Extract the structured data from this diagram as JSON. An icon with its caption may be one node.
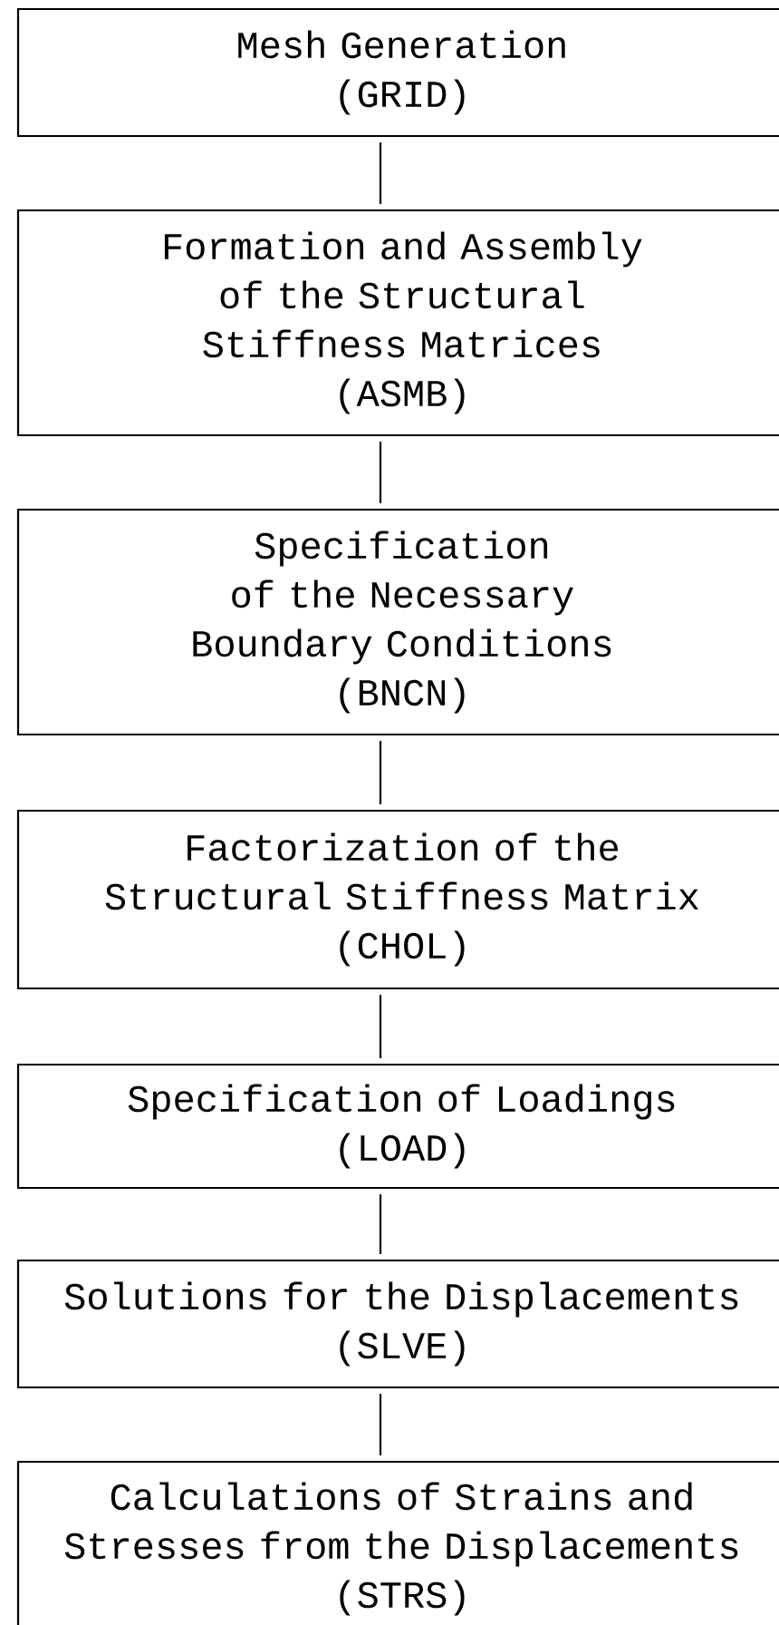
{
  "diagram": {
    "nodes": [
      {
        "text": [
          "Mesh Generation",
          "(GRID)"
        ]
      },
      {
        "text": [
          "Formation and Assembly of the Structural Stiffness Matrices",
          "(ASMB)"
        ]
      },
      {
        "text": [
          "Specification of the Necessary Boundary Conditions",
          "(BNCN)"
        ]
      },
      {
        "text": [
          "Factorization of the Structural Stiffness Matrix",
          "(CHOL)"
        ]
      },
      {
        "text": [
          "Specification of Loadings",
          "(LOAD)"
        ]
      },
      {
        "text": [
          "Solutions for the Displacements",
          "(SLVE)"
        ]
      },
      {
        "text": [
          "Calculations of Strains and Stresses from the Displacements",
          "(STRS)"
        ]
      }
    ],
    "edges": [
      {
        "from": 0,
        "to": 1,
        "arrow": "none"
      },
      {
        "from": 1,
        "to": 2,
        "arrow": "none"
      },
      {
        "from": 2,
        "to": 3,
        "arrow": "none"
      },
      {
        "from": 3,
        "to": 4,
        "arrow": "none"
      },
      {
        "from": 4,
        "to": 5,
        "arrow": "none"
      },
      {
        "from": 5,
        "to": 6,
        "arrow": "none"
      }
    ]
  }
}
